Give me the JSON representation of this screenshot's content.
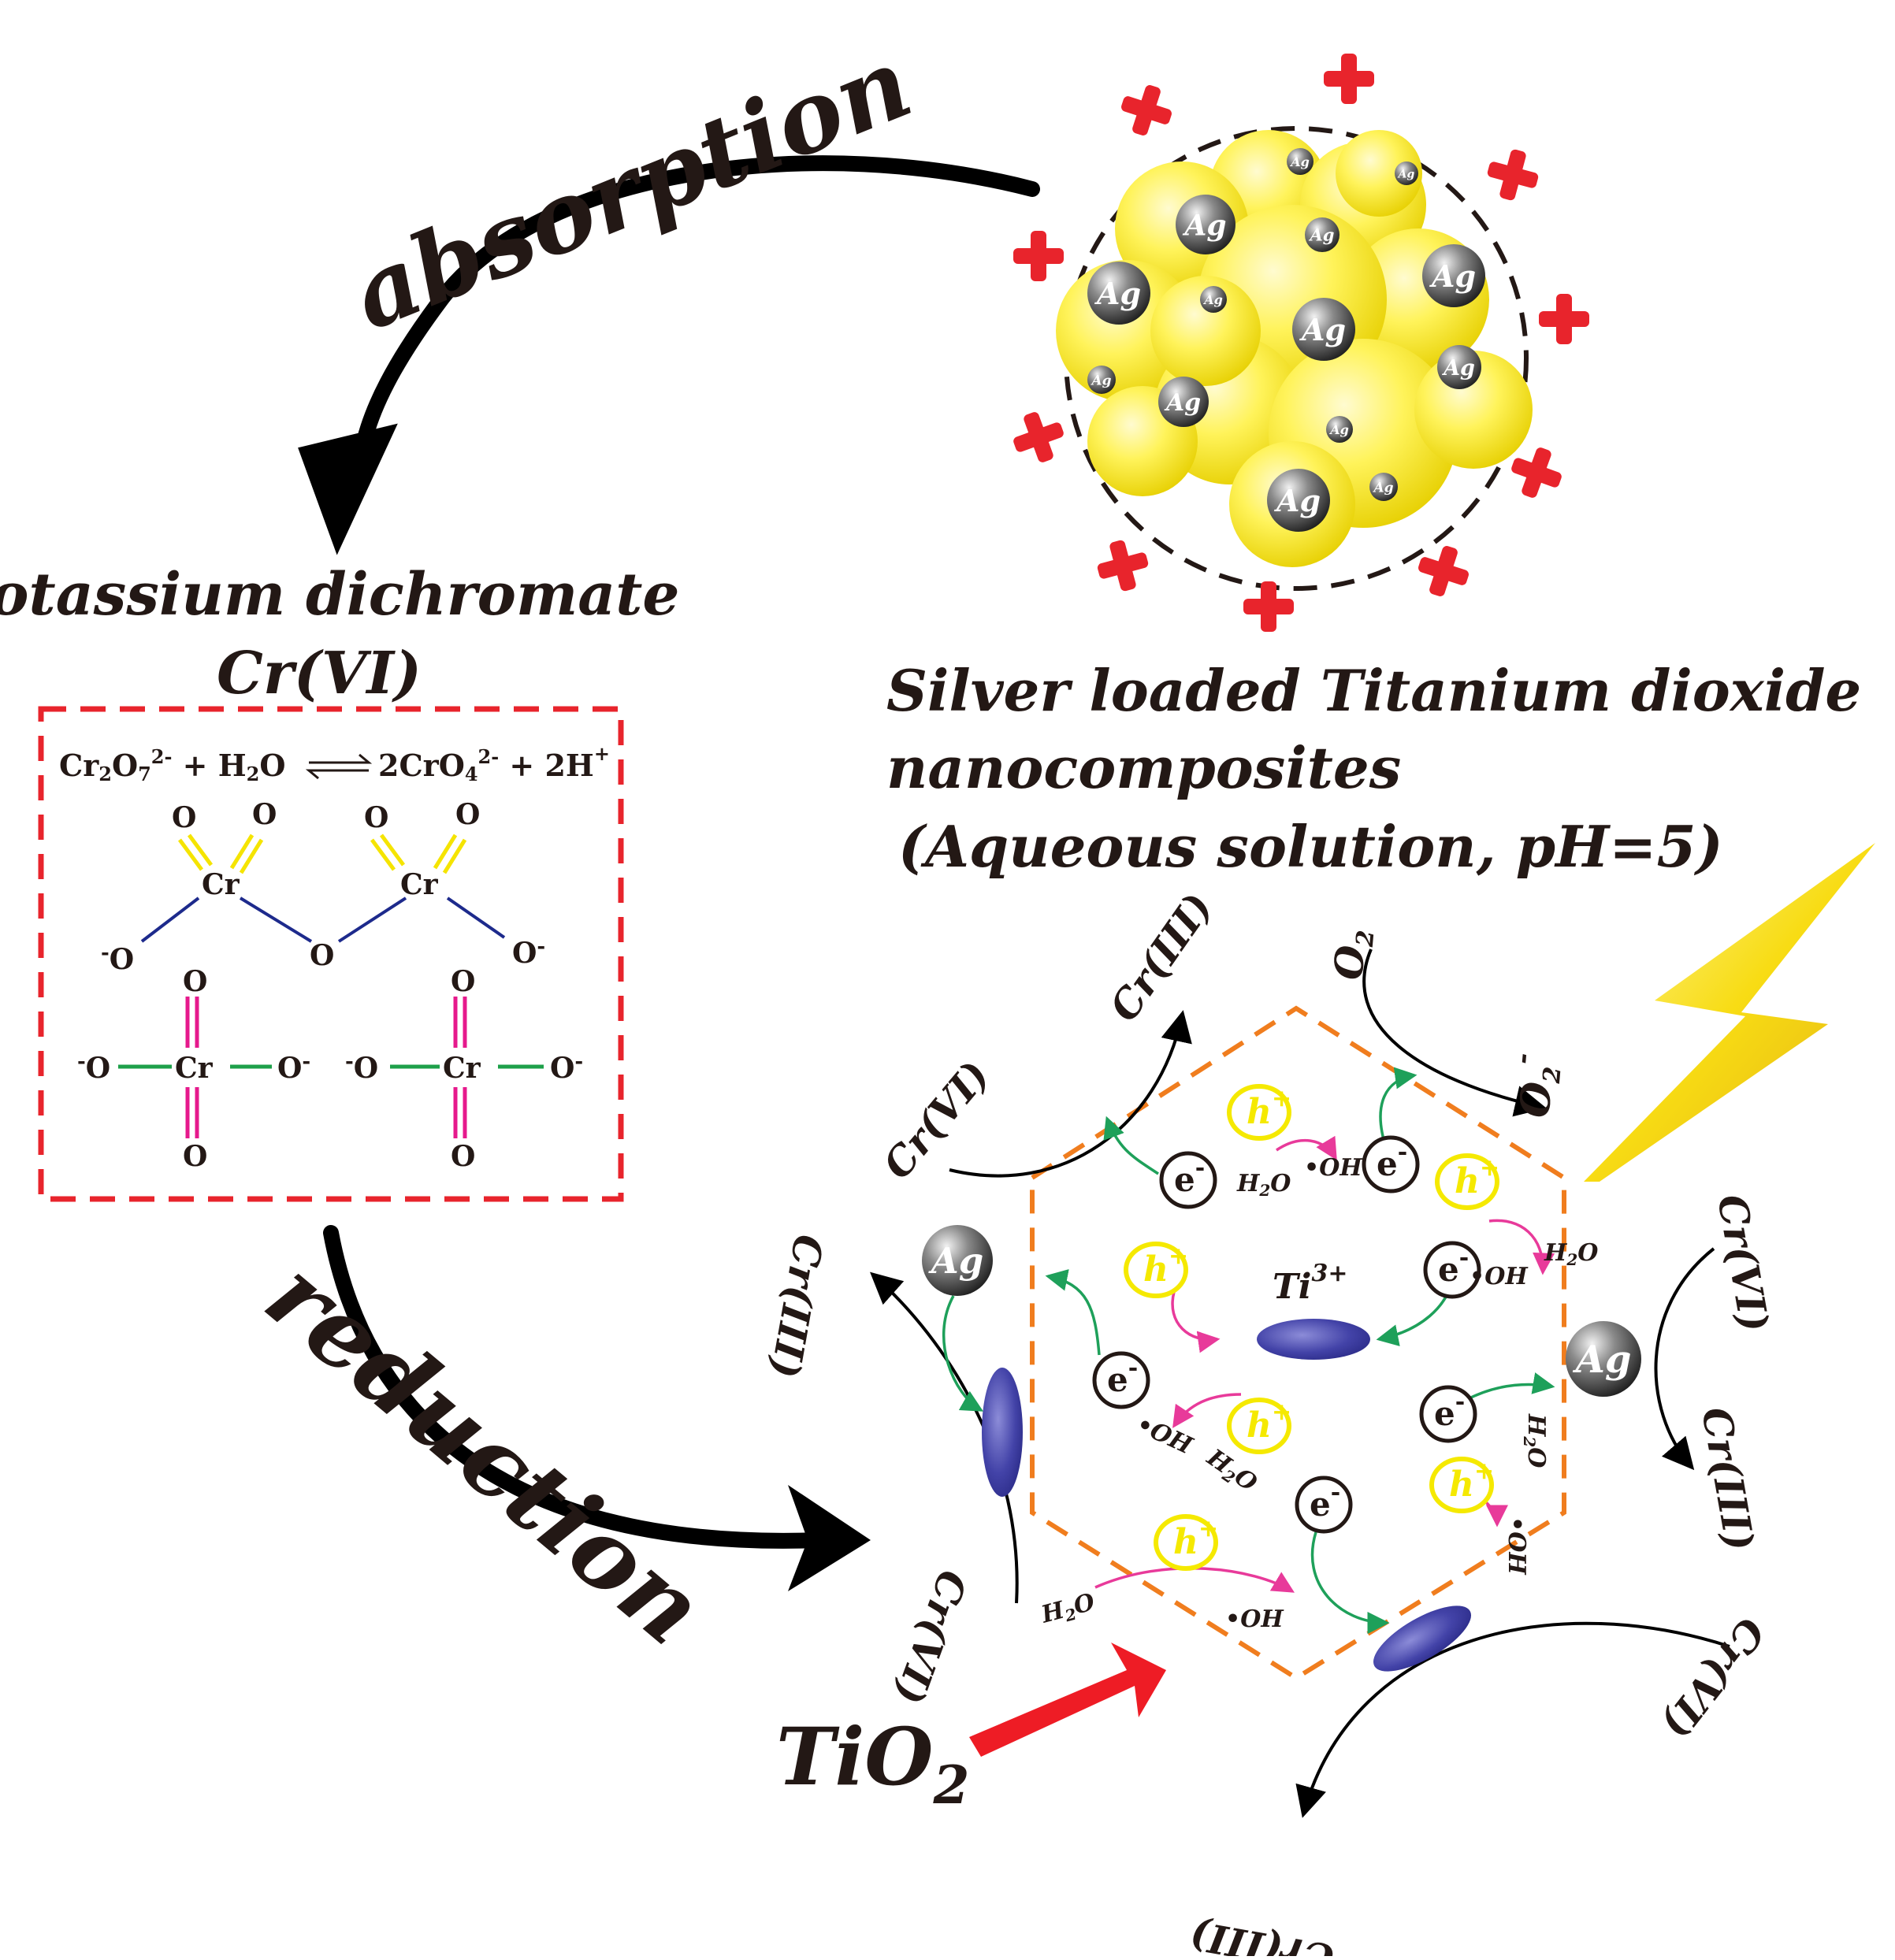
{
  "labels": {
    "absorption": "absorption",
    "reduction": "reduction",
    "potassium_title": "Potassium dichromate",
    "crvi_title": "Cr(VI)",
    "silver_line1": "Silver loaded Titanium dioxide",
    "silver_line2": "nanocomposites",
    "silver_line3": "(Aqueous solution, pH=5)",
    "tio2": "TiO",
    "tio2_sub": "2"
  },
  "equation": {
    "left": "Cr",
    "left_sub1": "2",
    "left_mid": "O",
    "left_sub2": "7",
    "left_sup": "2-",
    "plus1": " + H",
    "h2o_sub": "2",
    "h2o_o": "O",
    "right": "2CrO",
    "right_sub": "4",
    "right_sup": "2-",
    "plus2": " + 2H",
    "h_sup": "+"
  },
  "atoms": {
    "cr": "Cr",
    "o": "O",
    "o_minus": "O",
    "minus": "-"
  },
  "ag_label": "Ag",
  "mechanism": {
    "cr_vi": "Cr(VI)",
    "cr_iii": "Cr(III)",
    "o2": "O",
    "o2_sub": "2",
    "o2_radical": "O",
    "o2_radical_sub": "2",
    "o2_radical_sup": "-",
    "hole": "h",
    "hole_sup": "+",
    "electron": "e",
    "electron_sup": "-",
    "h2o": "H",
    "h2o_sub": "2",
    "h2o_o": "O",
    "oh": "OH",
    "oh_dot": "•",
    "ti3": "Ti",
    "ti3_sup": "3+"
  },
  "colors": {
    "arrow": "#000000",
    "red_cross": "#e8242c",
    "dashed_box": "#e8242c",
    "hexagon": "#f07d1e",
    "yellow_bond": "#f5e400",
    "navy_bond": "#1d2a8c",
    "magenta_bond": "#e6198c",
    "green_bond": "#1ea04a",
    "green_arrow": "#1ea05a",
    "pink_arrow": "#e83a9a",
    "hole_yellow": "#f5e900",
    "trap_purple": "#3c3c9e",
    "tio2_arrow": "#ee1c25",
    "lightning": "#f5d800"
  }
}
